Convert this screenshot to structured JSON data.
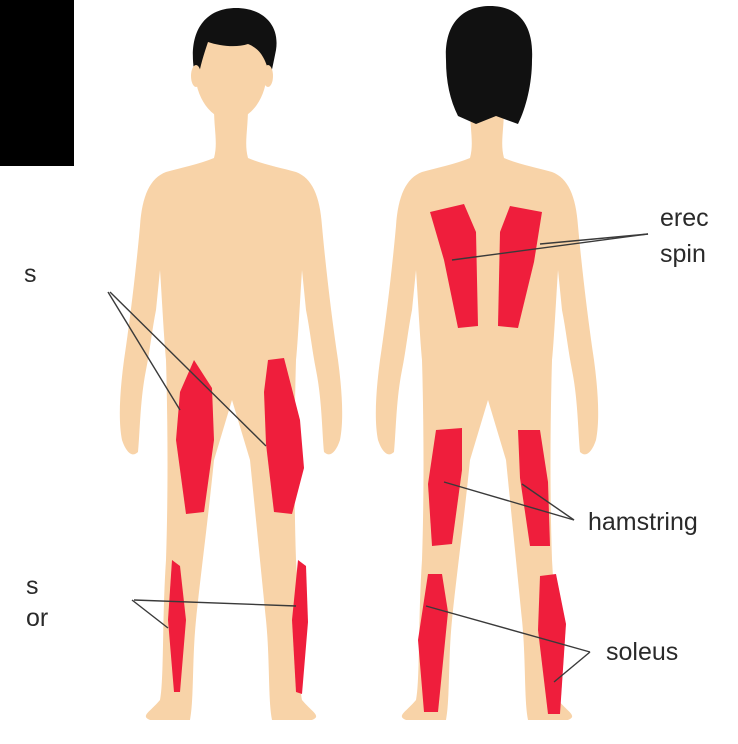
{
  "colors": {
    "skin": "#f8d3a8",
    "hair": "#111111",
    "muscle": "#ef1e3c",
    "line": "#3a3a3a",
    "text": "#2a2a2a",
    "background": "#ffffff"
  },
  "labels": {
    "front_upper_fragment": "s",
    "front_lower_line1": "s",
    "front_lower_line2": "or",
    "erector_line1": "erec",
    "erector_line2": "spin",
    "hamstrings": "hamstring",
    "soleus": "soleus"
  },
  "figures": [
    {
      "view": "front",
      "muscles": [
        "quadriceps-left",
        "quadriceps-right",
        "tibialis-left",
        "tibialis-right"
      ]
    },
    {
      "view": "back",
      "muscles": [
        "erector-left",
        "erector-right",
        "hamstring-left",
        "hamstring-right",
        "soleus-left",
        "soleus-right"
      ]
    }
  ]
}
